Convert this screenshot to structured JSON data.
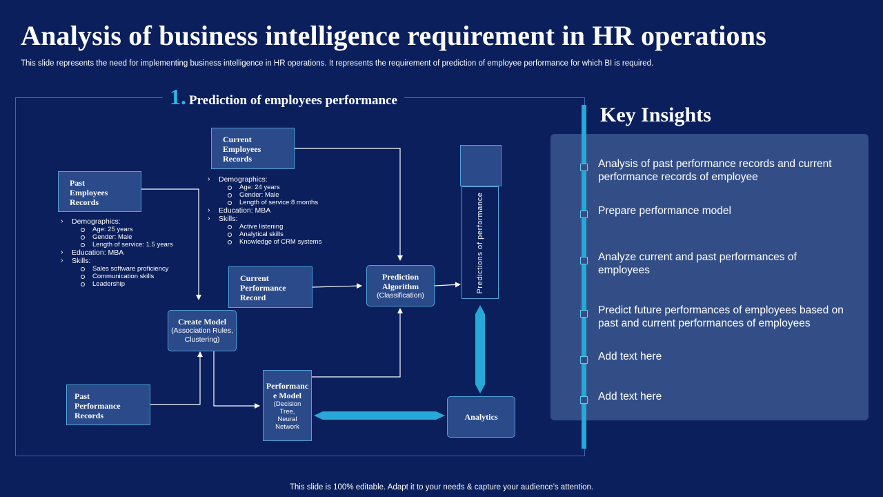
{
  "page": {
    "title": "Analysis of business intelligence requirement in HR operations",
    "subtitle": "This slide represents the need for implementing business intelligence in HR operations. It represents the requirement of prediction of employee performance for which BI is required.",
    "footer": "This slide is 100% editable. Adapt it to your needs & capture your audience’s attention."
  },
  "section": {
    "number": "1.",
    "title": "Prediction of employees performance"
  },
  "diagram": {
    "past_employees_records": {
      "label": "Past Employees Records",
      "demographics_label": "Demographics:",
      "demographics": [
        "Age: 25 years",
        "Gender: Male",
        "Length of service: 1.5 years"
      ],
      "education": "Education: MBA",
      "skills_label": "Skills:",
      "skills": [
        "Sales software proficiency",
        "Communication skills",
        "Leadership"
      ]
    },
    "current_employees_records": {
      "label": "Current Employees Records",
      "demographics_label": "Demographics:",
      "demographics": [
        "Age: 24 years",
        "Gender: Male",
        "Length of service:8 months"
      ],
      "education": "Education: MBA",
      "skills_label": "Skills:",
      "skills": [
        "Active listening",
        "Analytical skills",
        "Knowledge of CRM systems"
      ]
    },
    "current_performance_record": {
      "label": "Current Performance Record"
    },
    "prediction_algorithm": {
      "label": "Prediction Algorithm",
      "sub": "(Classification)"
    },
    "create_model": {
      "label": "Create Model",
      "sub": "(Association Rules, Clustering)"
    },
    "past_performance_records": {
      "label": "Past Performance Records"
    },
    "performance_model": {
      "label": "Performanc e Model",
      "sub": "(Decision Tree, Neural Network"
    },
    "analytics": {
      "label": "Analytics"
    },
    "predictions_of_performance": {
      "label": "Predictions of performance"
    }
  },
  "insights": {
    "title": "Key Insights",
    "items": [
      "Analysis of past performance records and current performance records of employee",
      "Prepare performance model",
      "Analyze current and past performances of employees",
      "Predict future performances of employees based on past and current performances of employees",
      "Add text here",
      "Add text here"
    ]
  },
  "colors": {
    "background": "#0a1f5c",
    "box_fill": "#2b4a8a",
    "box_border": "#4fa3d8",
    "accent": "#27a9d8",
    "panel": "#334e87"
  }
}
